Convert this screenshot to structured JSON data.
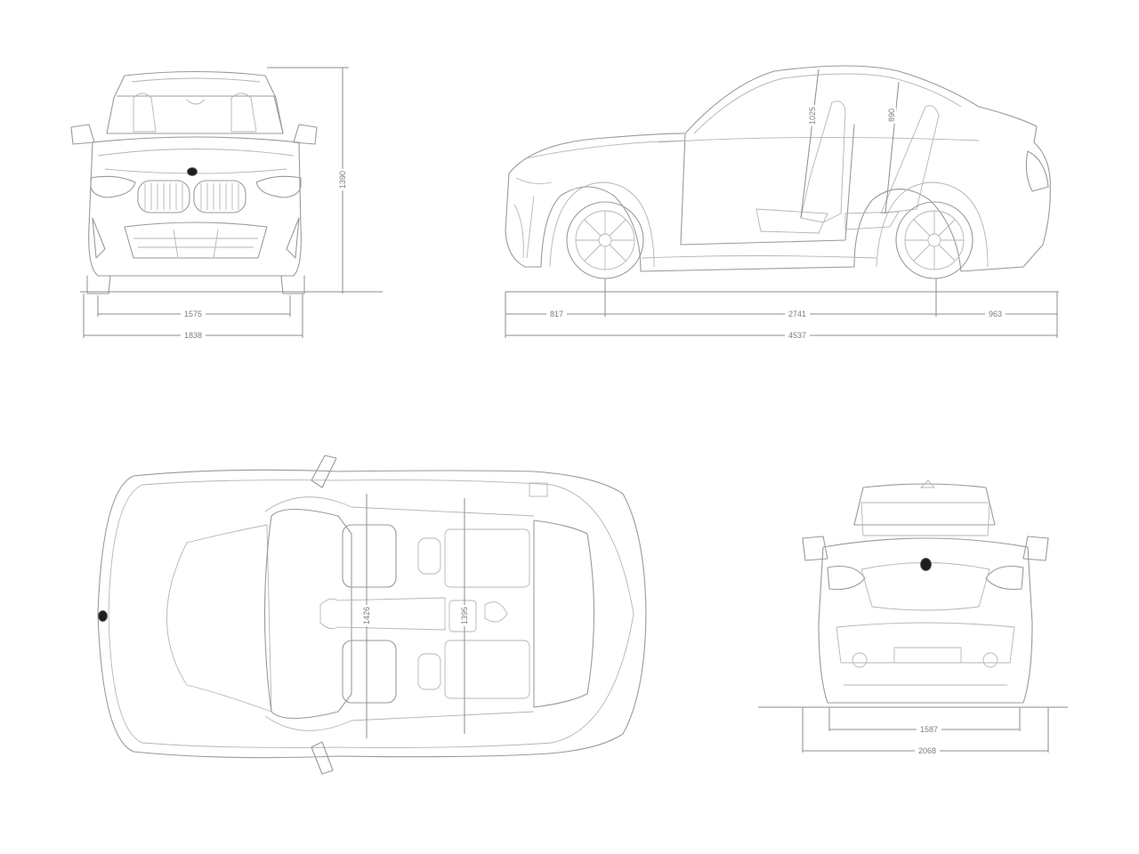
{
  "drawing": {
    "title": "Vehicle dimension drawing",
    "stroke_color": "#9a9a9a",
    "background": "#ffffff",
    "views": [
      {
        "name": "front-view",
        "dimensions": {
          "track_front": "1575",
          "overall_width": "1838",
          "height": "1390"
        }
      },
      {
        "name": "side-view",
        "dimensions": {
          "front_overhang": "817",
          "wheelbase": "2741",
          "rear_overhang": "963",
          "overall_length": "4537",
          "front_headroom": "1025",
          "rear_headroom": "890"
        }
      },
      {
        "name": "top-view",
        "dimensions": {
          "front_shoulder_width": "1426",
          "rear_shoulder_width": "1395"
        }
      },
      {
        "name": "rear-view",
        "dimensions": {
          "track_rear": "1587",
          "width_with_mirrors": "2068"
        }
      }
    ]
  },
  "labels": {
    "front_track": "1575",
    "front_width": "1838",
    "front_height": "1390",
    "side_front_overhang": "817",
    "side_wheelbase": "2741",
    "side_rear_overhang": "963",
    "side_length": "4537",
    "side_headroom_front": "1025",
    "side_headroom_rear": "890",
    "top_shoulder_front": "1426",
    "top_shoulder_rear": "1395",
    "rear_track": "1587",
    "rear_width_mirrors": "2068"
  }
}
